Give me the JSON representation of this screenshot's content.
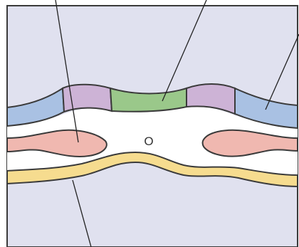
{
  "diagram": {
    "center_label": "O",
    "colors": {
      "background": "#e0e1ef",
      "outline": "#3a3a3a",
      "cavity": "#ffffff",
      "blue_band": "#a9c1e3",
      "purple_band": "#cdb3d6",
      "green_band": "#9ac88a",
      "pink_lobe": "#f0b8b0",
      "yellow_band": "#f6dc8f",
      "leader_line": "#222222"
    },
    "parts": [
      "outer-region",
      "blue-band",
      "purple-band",
      "green-band",
      "central-cavity",
      "pink-lobe",
      "yellow-band"
    ]
  }
}
